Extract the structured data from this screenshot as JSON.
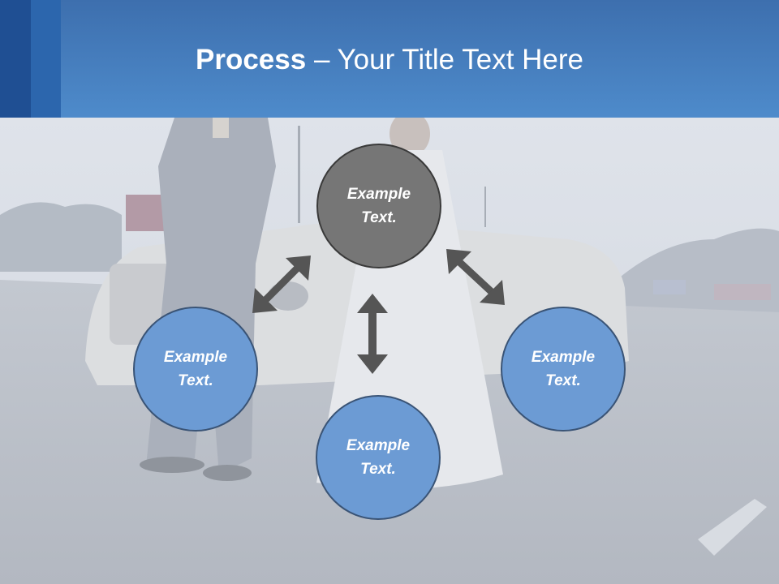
{
  "slide": {
    "title_bold": "Process",
    "title_rest": " – Your Title Text Here"
  },
  "nodes": {
    "top": "Example Text.",
    "left": "Example Text.",
    "right": "Example Text.",
    "bottom": "Example Text."
  },
  "colors": {
    "header": "#4e8bcb",
    "node_gray": "#767676",
    "node_blue": "#6c9bd4",
    "arrow": "#555555"
  }
}
